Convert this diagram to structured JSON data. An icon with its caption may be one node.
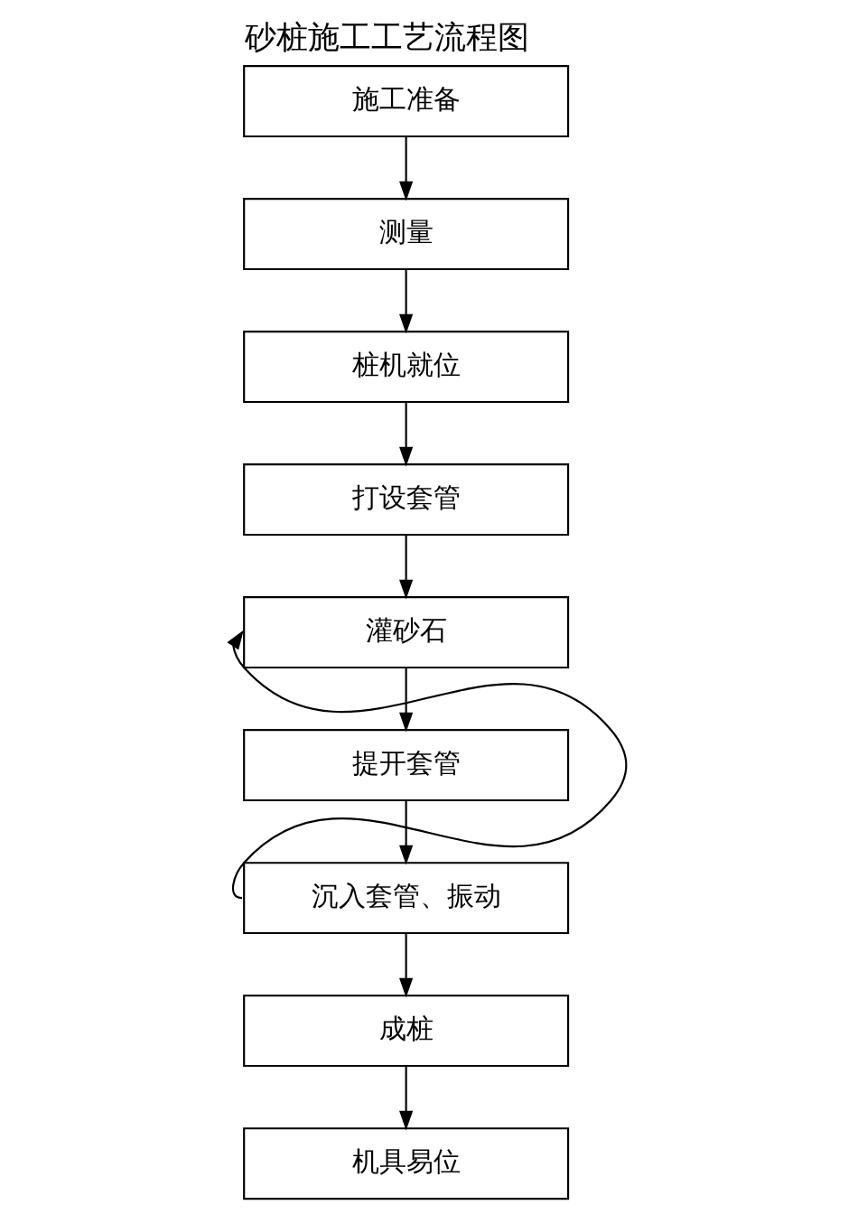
{
  "diagram": {
    "title": "砂桩施工工艺流程图",
    "nodes": [
      {
        "text": [
          "施工准备"
        ]
      },
      {
        "text": [
          "测量"
        ]
      },
      {
        "text": [
          "桩机就位"
        ]
      },
      {
        "text": [
          "打设套管"
        ]
      },
      {
        "text": [
          "灌砂石"
        ]
      },
      {
        "text": [
          "提开套管"
        ]
      },
      {
        "text": [
          "沉入套管、振动"
        ]
      },
      {
        "text": [
          "成桩"
        ]
      },
      {
        "text": [
          "机具易位"
        ]
      }
    ],
    "edges": [
      {
        "from": 0,
        "to": 1,
        "arrow": "to"
      },
      {
        "from": 1,
        "to": 2,
        "arrow": "to"
      },
      {
        "from": 2,
        "to": 3,
        "arrow": "to"
      },
      {
        "from": 3,
        "to": 4,
        "arrow": "to"
      },
      {
        "from": 4,
        "to": 5,
        "arrow": "to"
      },
      {
        "from": 5,
        "to": 6,
        "arrow": "to"
      },
      {
        "from": 6,
        "to": 7,
        "arrow": "to"
      },
      {
        "from": 6,
        "to": 4,
        "arrow": "to"
      },
      {
        "from": 7,
        "to": 8,
        "arrow": "to"
      }
    ]
  }
}
